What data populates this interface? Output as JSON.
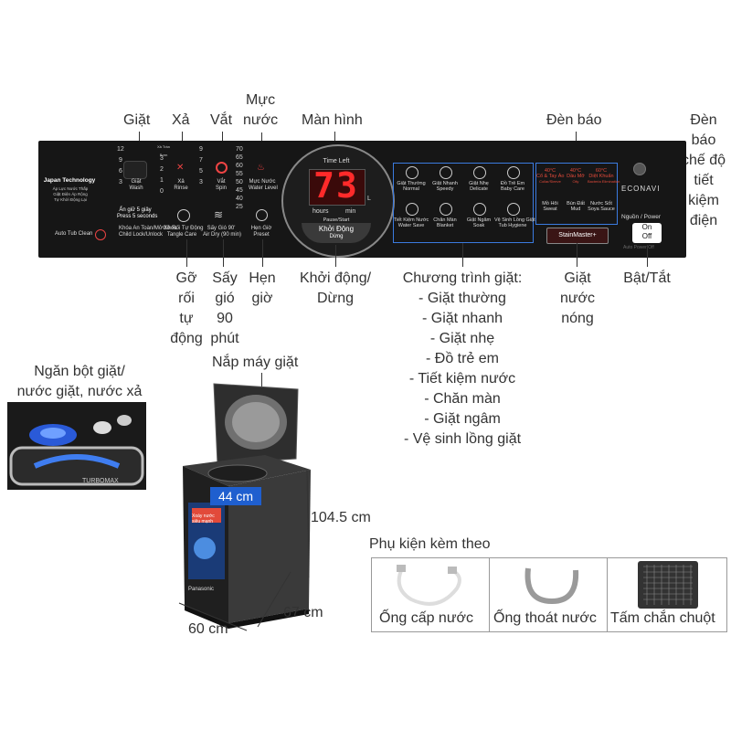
{
  "callouts": {
    "giat": "Giặt",
    "xa": "Xả",
    "vat": "Vắt",
    "muc_nuoc": [
      "Mực",
      "nước"
    ],
    "man_hinh": "Màn hình",
    "den_bao": "Đèn báo",
    "den_bao_eco": [
      "Đèn",
      "báo",
      "chế độ",
      "tiết",
      "kiệm",
      "điện"
    ],
    "go_roi": [
      "Gỡ",
      "rối",
      "tự",
      "động"
    ],
    "say_gio": [
      "Sấy",
      "gió",
      "90",
      "phút"
    ],
    "hen_gio": [
      "Hẹn",
      "giờ"
    ],
    "khoi_dong": [
      "Khởi động/",
      "Dừng"
    ],
    "chuong_trinh_title": "Chương trình giặt:",
    "chuong_trinh_items": [
      "- Giặt thường",
      "- Giặt nhanh",
      "- Giặt nhẹ",
      "- Đồ trẻ em",
      "- Tiết kiệm nước",
      "- Chăn màn",
      "- Giặt ngâm",
      "- Vệ sinh lồng giặt"
    ],
    "giat_nuoc_nong": [
      "Giặt",
      "nước",
      "nóng"
    ],
    "bat_tat": "Bật/Tắt",
    "ngan_bot": [
      "Ngăn bột giặt/",
      "nước giặt, nước xả"
    ],
    "nap_may": "Nắp máy giặt"
  },
  "dimensions": {
    "inner_diameter": "44 cm",
    "height": "104.5 cm",
    "depth": "67 cm",
    "width": "60 cm"
  },
  "accessories": {
    "title": "Phụ kiện kèm theo",
    "items": [
      "Ống cấp nước",
      "Ống thoát nước",
      "Tấm chắn chuột"
    ]
  },
  "panel": {
    "japan_tech": "Japan Technology",
    "japan_sub": [
      "Áp Lực Nước Thấp",
      "Giặt Điện Áp Rộng",
      "Tự Khởi Động Lại"
    ],
    "auto_tub_clean": "Auto Tub Clean",
    "giat_values": [
      "12",
      "9",
      "6",
      "3"
    ],
    "xa_values": [
      "3",
      "2",
      "1",
      "0"
    ],
    "xa_header": "Xả Tràn Bơm",
    "vat_values": [
      "9",
      "7",
      "5",
      "3"
    ],
    "muc_values": [
      "70",
      "65",
      "60",
      "55",
      "50",
      "45",
      "40",
      "25"
    ],
    "btn_wash": [
      "Giặt",
      "Wash"
    ],
    "btn_rinse": [
      "Xả",
      "Rinse"
    ],
    "btn_spin": [
      "Vắt",
      "Spin"
    ],
    "btn_water": [
      "Mực Nước",
      "Water Level"
    ],
    "child_lock_top": "Ấn giữ 5 giây",
    "child_lock_top2": "Press 5 seconds",
    "child_lock": [
      "Khóa An Toàn/Mở Khóa",
      "Child Lock/Unlock"
    ],
    "tangle": [
      "Gỡ Rối Tự Động",
      "Tangle Care"
    ],
    "air_dry": [
      "Sấy Gió 90'",
      "Air Dry (90 min)"
    ],
    "preset": [
      "Hẹn Giờ",
      "Preset"
    ],
    "time_left": "Time Left",
    "display_digits": "73",
    "display_unit": "L",
    "hours": "hours",
    "min": "min",
    "pause_start": "Pause/Start",
    "pause_label": [
      "Khởi Động",
      "Dừng"
    ],
    "programs": [
      [
        "Giặt Thường",
        "Normal"
      ],
      [
        "Giặt Nhanh",
        "Speedy"
      ],
      [
        "Giặt Nhẹ",
        "Delicate"
      ],
      [
        "Đồ Trẻ Em",
        "Baby Care"
      ],
      [
        "Tiết Kiệm Nước",
        "Water Save"
      ],
      [
        "Chăn Màn",
        "Blanket"
      ],
      [
        "Giặt Ngâm",
        "Soak"
      ],
      [
        "Vệ Sinh Lồng Giặt",
        "Tub Hygiene"
      ]
    ],
    "stain_top": [
      [
        "40°C",
        "Cổ & Tay Áo",
        "Collar/Sleeve"
      ],
      [
        "40°C",
        "Dầu Mỡ",
        "Oily"
      ],
      [
        "60°C",
        "Diệt Khuẩn",
        "Bacteria Elimination"
      ]
    ],
    "stain_bottom": [
      [
        "Mồ Hôi",
        "Sweat"
      ],
      [
        "Bùn Đất",
        "Mud"
      ],
      [
        "Nước Sốt",
        "Soya Sauce"
      ]
    ],
    "stainmaster": "StainMaster+",
    "econavi": "ECONAVI",
    "power_label": "Nguồn / Power",
    "on": "On",
    "off": "Off",
    "auto_power_off": "Auto Power Off"
  },
  "machine": {
    "brand": "Panasonic",
    "front_text": [
      "Xoáy nước",
      "siêu mạnh"
    ],
    "turbo": "TURBOMAX"
  },
  "colors": {
    "panel_bg": "#161616",
    "display_red": "#ff2a2a",
    "callout_line": "#333333",
    "program_box_border": "#3b7be0",
    "dimension_blue": "#1f5fcf"
  }
}
